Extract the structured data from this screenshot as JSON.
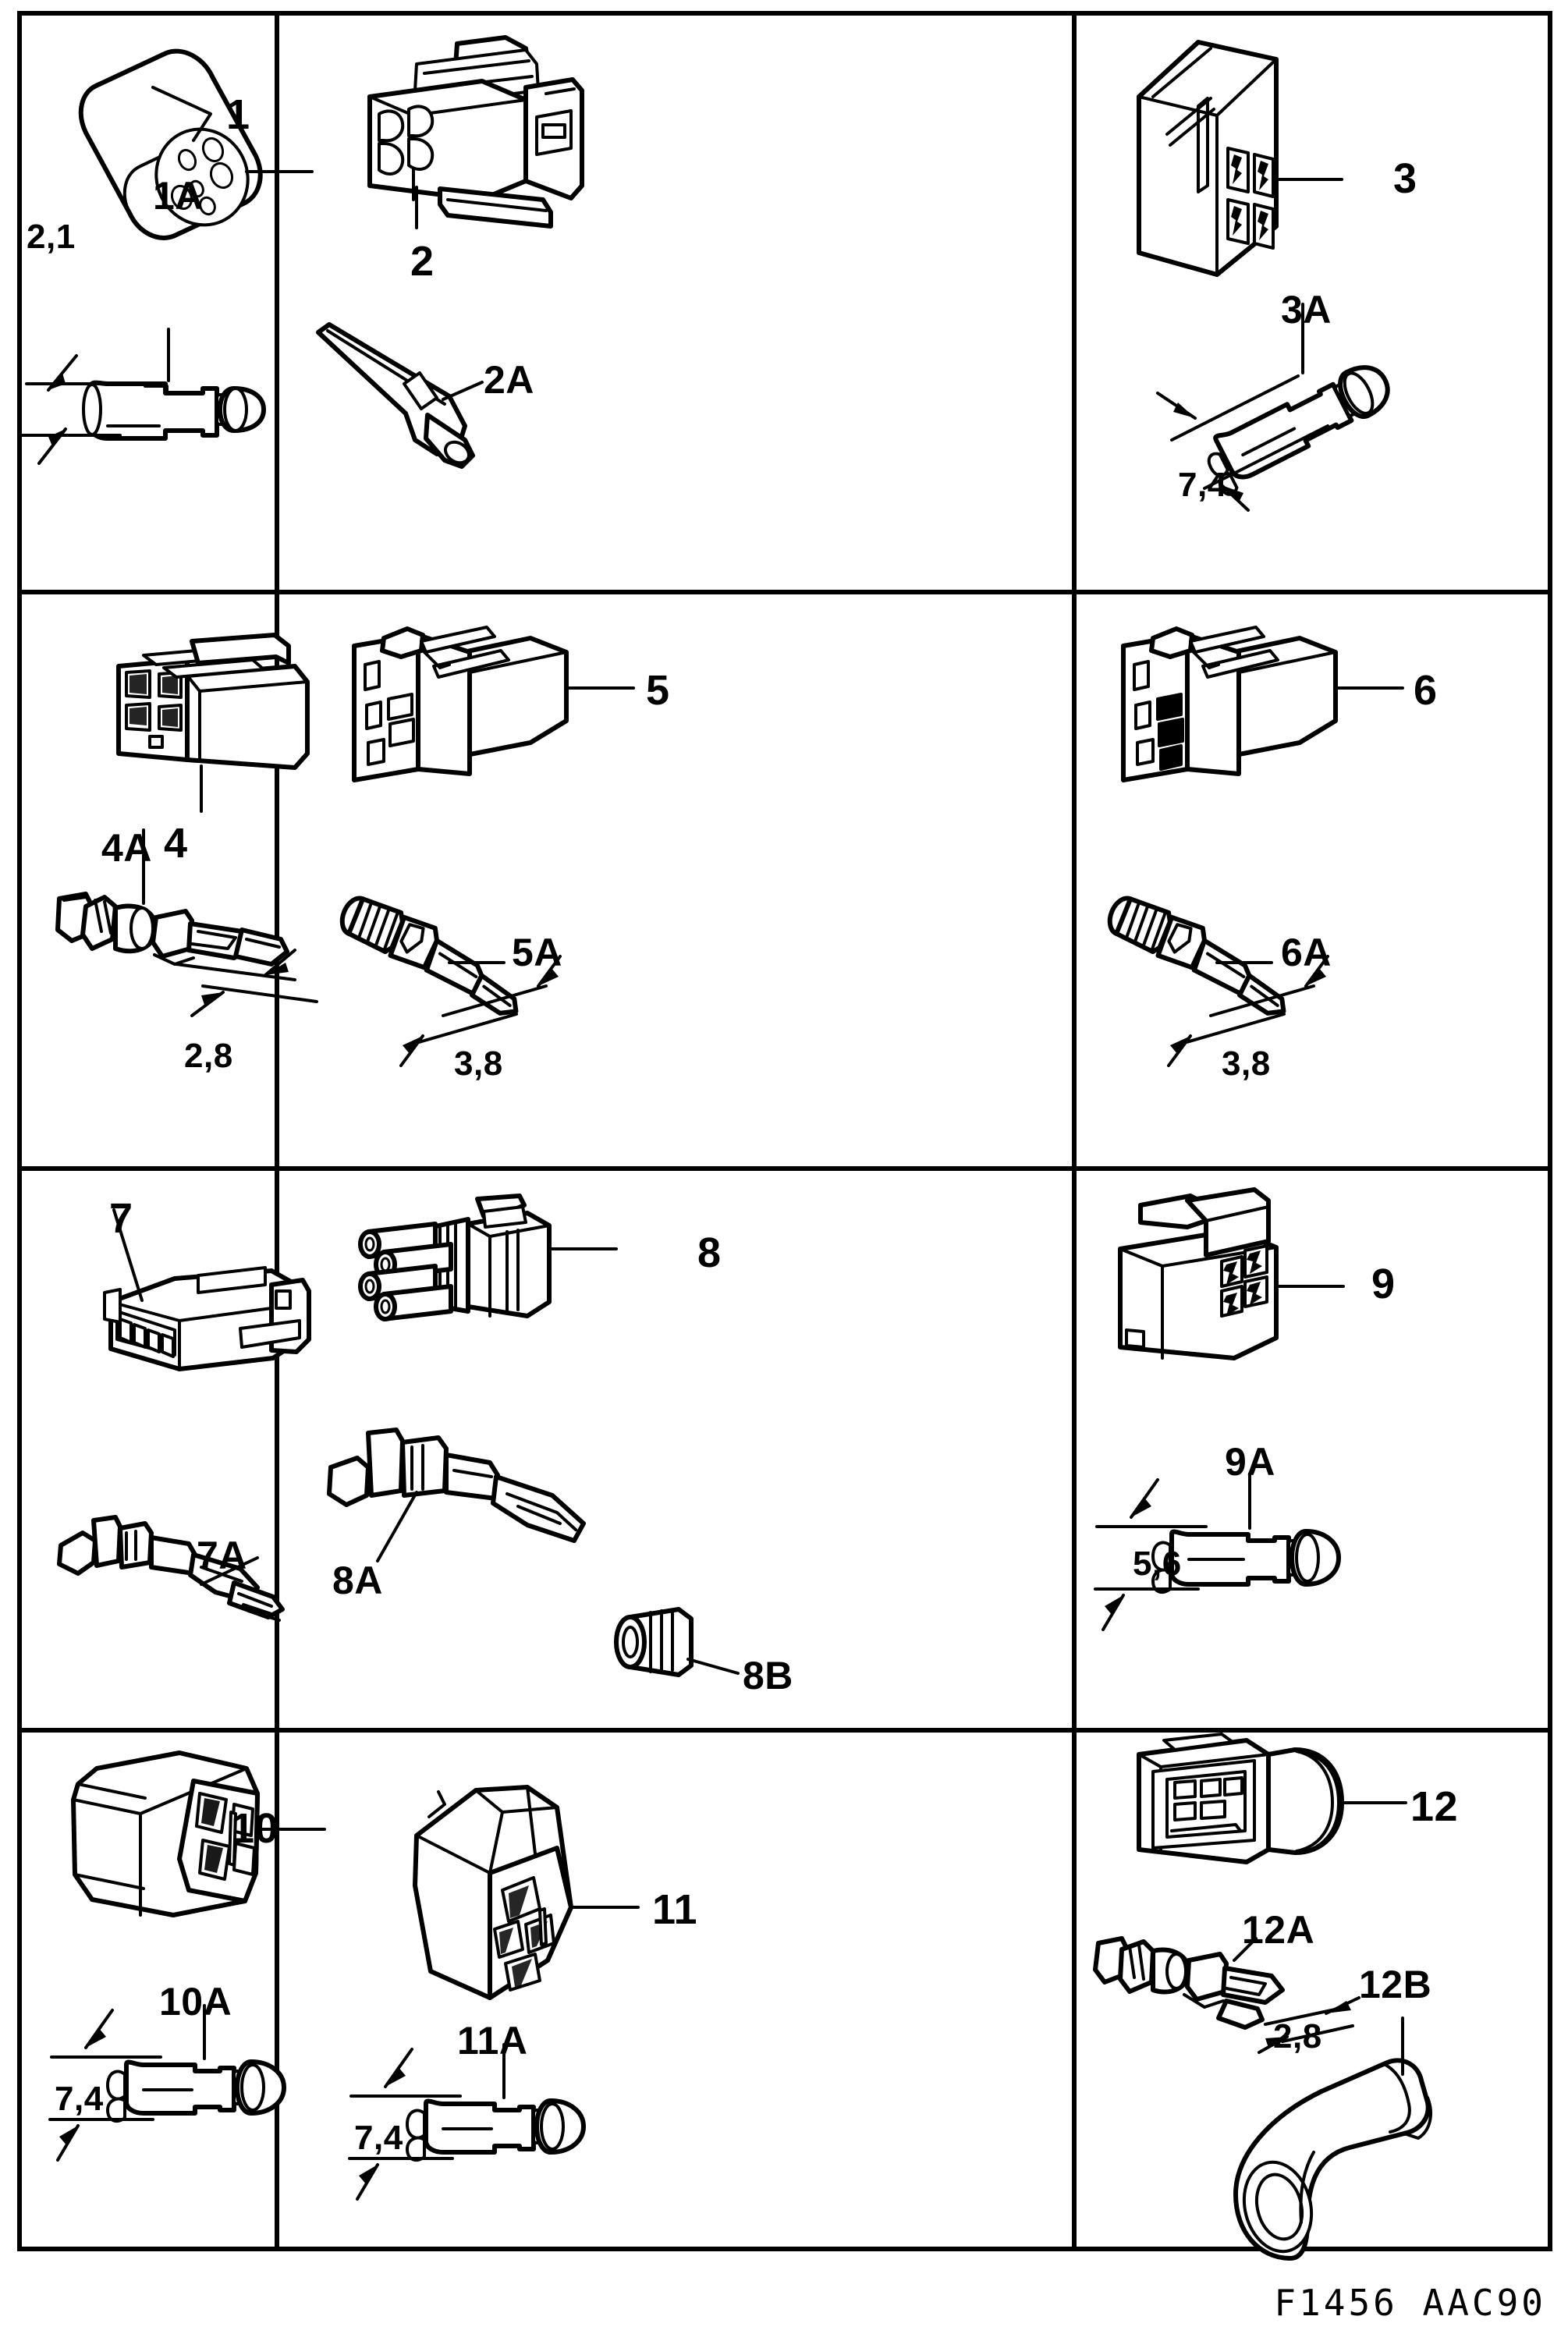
{
  "plate": {
    "code": "F1456 AAC90",
    "rows": 4,
    "cols": 3
  },
  "cells": [
    {
      "id": "cell-1",
      "row": 1,
      "col": 1,
      "housing": {
        "label": "1",
        "type": "round-multi-pin-connector"
      },
      "terminals": [
        {
          "label": "1A",
          "dimension": "2,1"
        }
      ]
    },
    {
      "id": "cell-2",
      "row": 1,
      "col": 2,
      "housing": {
        "label": "2",
        "type": "two-way-block-connector"
      },
      "terminals": [
        {
          "label": "2A",
          "dimension": ""
        }
      ]
    },
    {
      "id": "cell-3",
      "row": 1,
      "col": 3,
      "housing": {
        "label": "3",
        "type": "flat-four-way-connector"
      },
      "terminals": [
        {
          "label": "3A",
          "dimension": "7,4"
        }
      ]
    },
    {
      "id": "cell-4",
      "row": 2,
      "col": 1,
      "housing": {
        "label": "4",
        "type": "four-way-block-connector"
      },
      "terminals": [
        {
          "label": "4A",
          "dimension": "2,8"
        }
      ]
    },
    {
      "id": "cell-5",
      "row": 2,
      "col": 2,
      "housing": {
        "label": "5",
        "type": "latched-block-connector"
      },
      "terminals": [
        {
          "label": "5A",
          "dimension": "3,8"
        }
      ]
    },
    {
      "id": "cell-6",
      "row": 2,
      "col": 3,
      "housing": {
        "label": "6",
        "type": "latched-block-connector"
      },
      "terminals": [
        {
          "label": "6A",
          "dimension": "3,8"
        }
      ]
    },
    {
      "id": "cell-7",
      "row": 3,
      "col": 1,
      "housing": {
        "label": "7",
        "type": "low-profile-strip-connector"
      },
      "terminals": [
        {
          "label": "7A",
          "dimension": ""
        }
      ]
    },
    {
      "id": "cell-8",
      "row": 3,
      "col": 2,
      "housing": {
        "label": "8",
        "type": "four-way-sealed-connector"
      },
      "terminals": [
        {
          "label": "8A",
          "dimension": ""
        },
        {
          "label": "8B",
          "dimension": ""
        }
      ]
    },
    {
      "id": "cell-9",
      "row": 3,
      "col": 3,
      "housing": {
        "label": "9",
        "type": "four-way-box-connector"
      },
      "terminals": [
        {
          "label": "9A",
          "dimension": "5,6"
        }
      ]
    },
    {
      "id": "cell-10",
      "row": 4,
      "col": 1,
      "housing": {
        "label": "10",
        "type": "cylindrical-multi-way-connector"
      },
      "terminals": [
        {
          "label": "10A",
          "dimension": "7,4"
        }
      ]
    },
    {
      "id": "cell-11",
      "row": 4,
      "col": 2,
      "housing": {
        "label": "11",
        "type": "angled-five-way-connector"
      },
      "terminals": [
        {
          "label": "11A",
          "dimension": "7,4"
        }
      ]
    },
    {
      "id": "cell-12",
      "row": 4,
      "col": 3,
      "housing": {
        "label": "12",
        "type": "sealed-three-way-connector"
      },
      "terminals": [
        {
          "label": "12A",
          "dimension": "2,8"
        },
        {
          "label": "12B",
          "dimension": ""
        }
      ]
    }
  ]
}
